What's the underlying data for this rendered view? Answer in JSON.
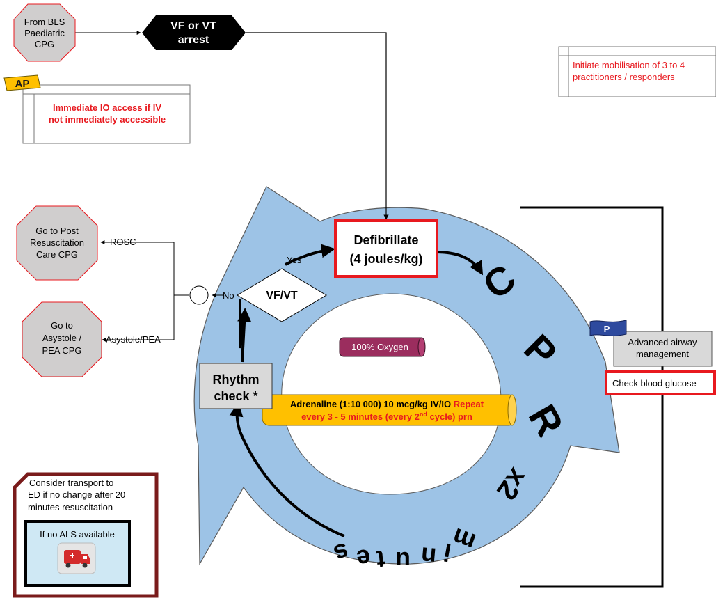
{
  "colors": {
    "ring": "#9dc3e6",
    "ring_stroke": "#5a5a5a",
    "red_border": "#e8191f",
    "grey_fill": "#d9d9d9",
    "octagon_fill": "#d0cece",
    "oxygen_fill": "#9b2d5e",
    "adrenaline_fill": "#ffc000",
    "ap_badge": "#ffc000",
    "p_flag": "#2e4a9e",
    "transport_border": "#7a1b1b",
    "transport_inner_fill": "#cfe8f4",
    "red_text": "#e8191f"
  },
  "icons": {
    "ambulance": "ambulance-icon"
  },
  "start": {
    "from_bls_line1": "From BLS",
    "from_bls_line2": "Paediatric",
    "from_bls_line3": "CPG"
  },
  "arrest": {
    "line1": "VF or VT",
    "line2": "arrest"
  },
  "ap_note": {
    "badge": "AP",
    "line1": "Immediate IO access if IV",
    "line2": "not immediately accessible"
  },
  "mobilise_note": {
    "line1": "Initiate mobilisation of 3 to 4",
    "line2": "practitioners / responders"
  },
  "post_resus": {
    "line1": "Go to Post",
    "line2": "Resuscitation",
    "line3": "Care CPG"
  },
  "asystole": {
    "line1": "Go to",
    "line2": "Asystole /",
    "line3": "PEA CPG"
  },
  "labels": {
    "rosc": "ROSC",
    "asystole_pea": "Asystole/PEA",
    "no": "No",
    "yes": "Yes"
  },
  "decision": {
    "label": "VF/VT"
  },
  "defibrillate": {
    "line1": "Defibrillate",
    "line2": "(4 joules/kg)"
  },
  "cycle": {
    "c": "C",
    "p": "P",
    "r": "R",
    "x2": "x2",
    "minutes": [
      "m",
      "i",
      "n",
      "u",
      "t",
      "e",
      "s"
    ]
  },
  "oxygen": {
    "label": "100% Oxygen"
  },
  "adrenaline": {
    "line1_black": "Adrenaline (1:10 000) 10 mcg/kg IV/IO ",
    "line1_red": "Repeat",
    "line2_red": "every 3 - 5 minutes (every 2",
    "line2_sup": "nd",
    "line2_red_end": " cycle) prn"
  },
  "rhythm_check": {
    "line1": "Rhythm",
    "line2": "check *"
  },
  "airway": {
    "flag": "P",
    "line1": "Advanced airway",
    "line2": "management"
  },
  "glucose": {
    "label": "Check blood glucose"
  },
  "transport": {
    "line1": "Consider transport to",
    "line2": "ED if no change after 20",
    "line3": "minutes resuscitation",
    "inner_label": "If no ALS available"
  }
}
